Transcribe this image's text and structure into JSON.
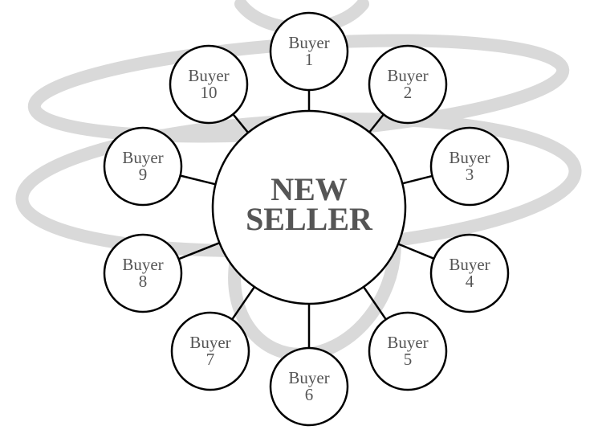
{
  "center": {
    "line1": "NEW",
    "line2": "SELLER"
  },
  "buyers": [
    {
      "line1": "Buyer",
      "line2": "1"
    },
    {
      "line1": "Buyer",
      "line2": "2"
    },
    {
      "line1": "Buyer",
      "line2": "3"
    },
    {
      "line1": "Buyer",
      "line2": "4"
    },
    {
      "line1": "Buyer",
      "line2": "5"
    },
    {
      "line1": "Buyer",
      "line2": "6"
    },
    {
      "line1": "Buyer",
      "line2": "7"
    },
    {
      "line1": "Buyer",
      "line2": "8"
    },
    {
      "line1": "Buyer",
      "line2": "9"
    },
    {
      "line1": "Buyer",
      "line2": "10"
    }
  ],
  "colors": {
    "text": "#555555",
    "line": "#000000",
    "watermark": "#d9d9d9"
  }
}
